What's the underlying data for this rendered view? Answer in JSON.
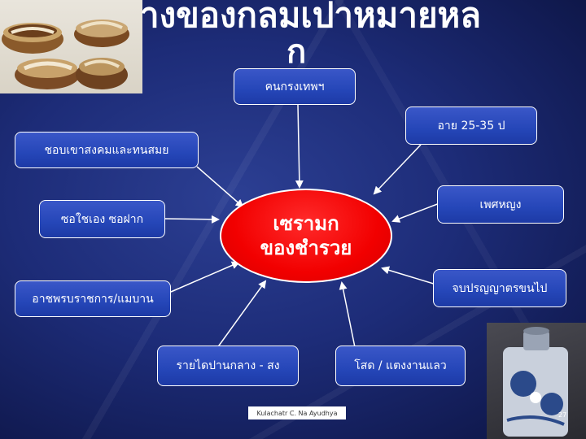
{
  "title": {
    "line1": "างของกลมเปาหมายหล",
    "line2": "ก"
  },
  "center_node": {
    "line1": "เซรามก",
    "line2": "ของชำรวย"
  },
  "nodes": {
    "top": "คนกรงเทพฯ",
    "age": "อาย 25-35 ป",
    "social": "ชอบเขาสงคมและทนสมย",
    "personal": "ซอใชเอง ซอฝาก",
    "gender": "เพศหญง",
    "occupation": "อาชพรบราชการ/แมบาน",
    "education": "จบปรญญาตรขนไป",
    "income": "รายไดปานกลาง - สง",
    "status": "โสด / แตงงานแลว"
  },
  "footer": {
    "author": "Kulachatr C. Na Ayudhya",
    "page": "27"
  }
}
